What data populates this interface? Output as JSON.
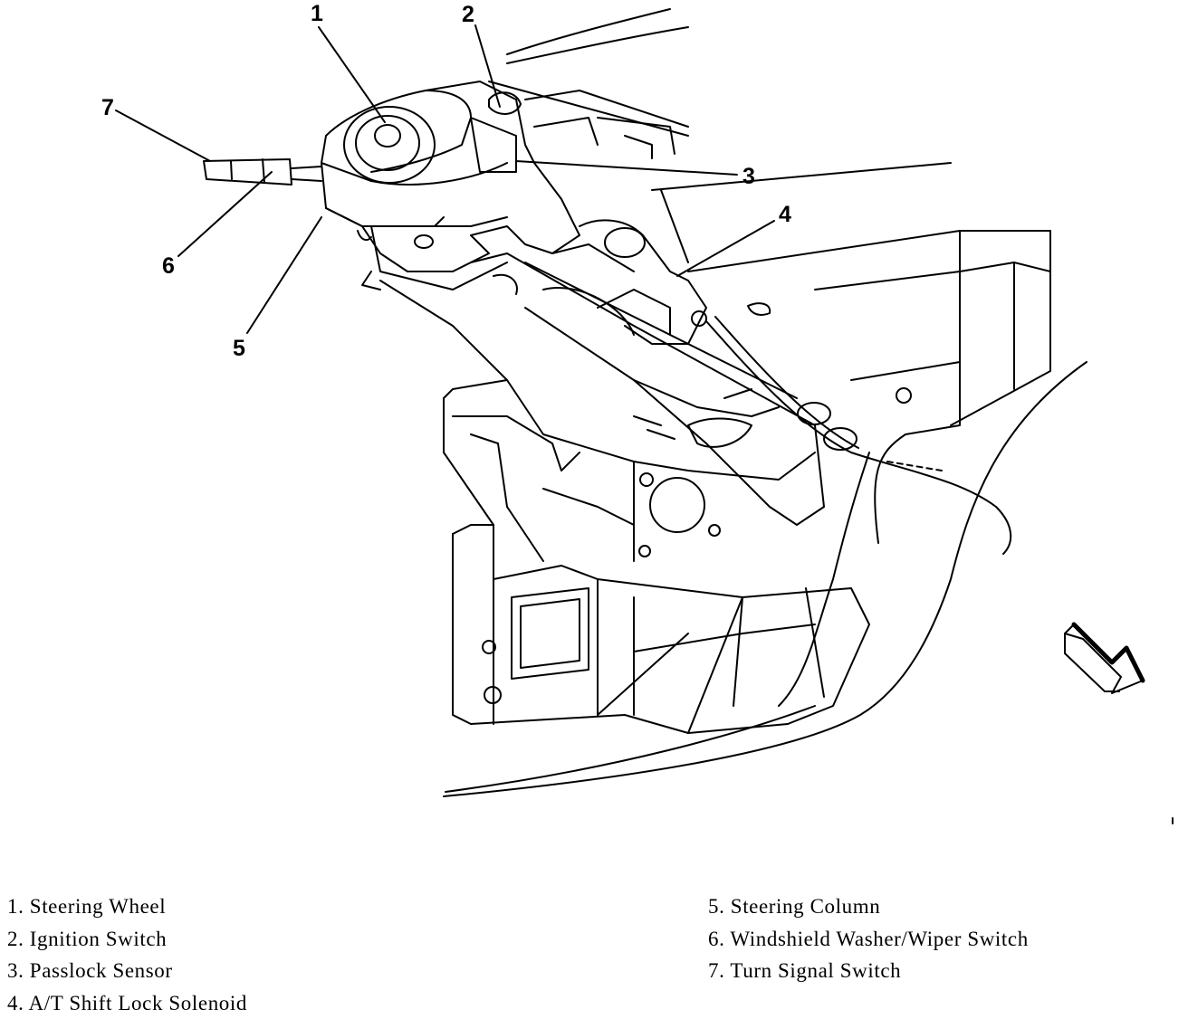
{
  "callouts": [
    "1",
    "2",
    "3",
    "4",
    "5",
    "6",
    "7"
  ],
  "legend": {
    "left": [
      "1. Steering Wheel",
      "2. Ignition Switch",
      "3. Passlock Sensor",
      "4. A/T Shift Lock Solenoid"
    ],
    "right": [
      "5. Steering Column",
      "6. Windshield Washer/Wiper Switch",
      "7. Turn Signal Switch"
    ]
  },
  "icons": [
    "front-direction-arrow-icon"
  ],
  "colors": {
    "ink": "#000000",
    "paper": "#ffffff"
  }
}
